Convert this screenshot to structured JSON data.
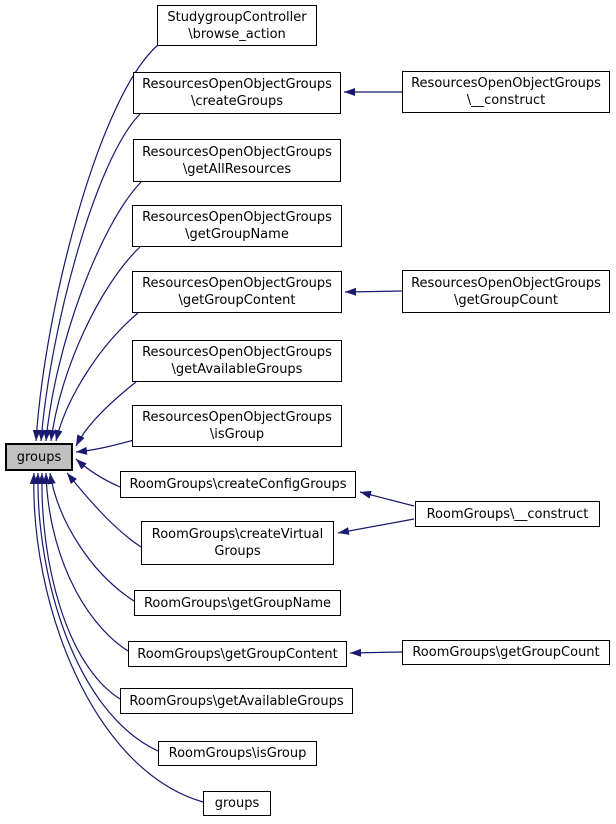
{
  "diagram": {
    "type": "doxygen-caller-graph",
    "colors": {
      "edge": "#191970",
      "center_node_fill": "#c0c0c0",
      "node_fill": "#ffffff",
      "node_border": "#000000",
      "background": "#ffffff"
    },
    "nodes": {
      "center": {
        "label": "groups"
      },
      "browse_action": {
        "label": "StudygroupController\n\\browse_action"
      },
      "res_create_groups": {
        "label": "ResourcesOpenObjectGroups\n\\createGroups"
      },
      "res_get_all_resources": {
        "label": "ResourcesOpenObjectGroups\n\\getAllResources"
      },
      "res_get_group_name": {
        "label": "ResourcesOpenObjectGroups\n\\getGroupName"
      },
      "res_get_group_content": {
        "label": "ResourcesOpenObjectGroups\n\\getGroupContent"
      },
      "res_get_available_groups": {
        "label": "ResourcesOpenObjectGroups\n\\getAvailableGroups"
      },
      "res_is_group": {
        "label": "ResourcesOpenObjectGroups\n\\isGroup"
      },
      "room_create_config_groups": {
        "label": "RoomGroups\\createConfigGroups"
      },
      "room_create_virtual_groups": {
        "label": "RoomGroups\\createVirtual\nGroups"
      },
      "room_get_group_name": {
        "label": "RoomGroups\\getGroupName"
      },
      "room_get_group_content": {
        "label": "RoomGroups\\getGroupContent"
      },
      "room_get_available_groups": {
        "label": "RoomGroups\\getAvailableGroups"
      },
      "room_is_group": {
        "label": "RoomGroups\\isGroup"
      },
      "groups_leaf": {
        "label": "groups"
      },
      "res_construct": {
        "label": "ResourcesOpenObjectGroups\n\\__construct"
      },
      "res_get_group_count": {
        "label": "ResourcesOpenObjectGroups\n\\getGroupCount"
      },
      "room_construct": {
        "label": "RoomGroups\\__construct"
      },
      "room_get_group_count": {
        "label": "RoomGroups\\getGroupCount"
      }
    },
    "edges": [
      {
        "from": "browse_action",
        "to": "center"
      },
      {
        "from": "res_create_groups",
        "to": "center"
      },
      {
        "from": "res_get_all_resources",
        "to": "center"
      },
      {
        "from": "res_get_group_name",
        "to": "center"
      },
      {
        "from": "res_get_group_content",
        "to": "center"
      },
      {
        "from": "res_get_available_groups",
        "to": "center"
      },
      {
        "from": "res_is_group",
        "to": "center"
      },
      {
        "from": "room_create_config_groups",
        "to": "center"
      },
      {
        "from": "room_create_virtual_groups",
        "to": "center"
      },
      {
        "from": "room_get_group_name",
        "to": "center"
      },
      {
        "from": "room_get_group_content",
        "to": "center"
      },
      {
        "from": "room_get_available_groups",
        "to": "center"
      },
      {
        "from": "room_is_group",
        "to": "center"
      },
      {
        "from": "groups_leaf",
        "to": "center"
      },
      {
        "from": "res_construct",
        "to": "res_create_groups"
      },
      {
        "from": "res_get_group_count",
        "to": "res_get_group_content"
      },
      {
        "from": "room_construct",
        "to": "room_create_config_groups"
      },
      {
        "from": "room_construct",
        "to": "room_create_virtual_groups"
      },
      {
        "from": "room_get_group_count",
        "to": "room_get_group_content"
      }
    ]
  }
}
